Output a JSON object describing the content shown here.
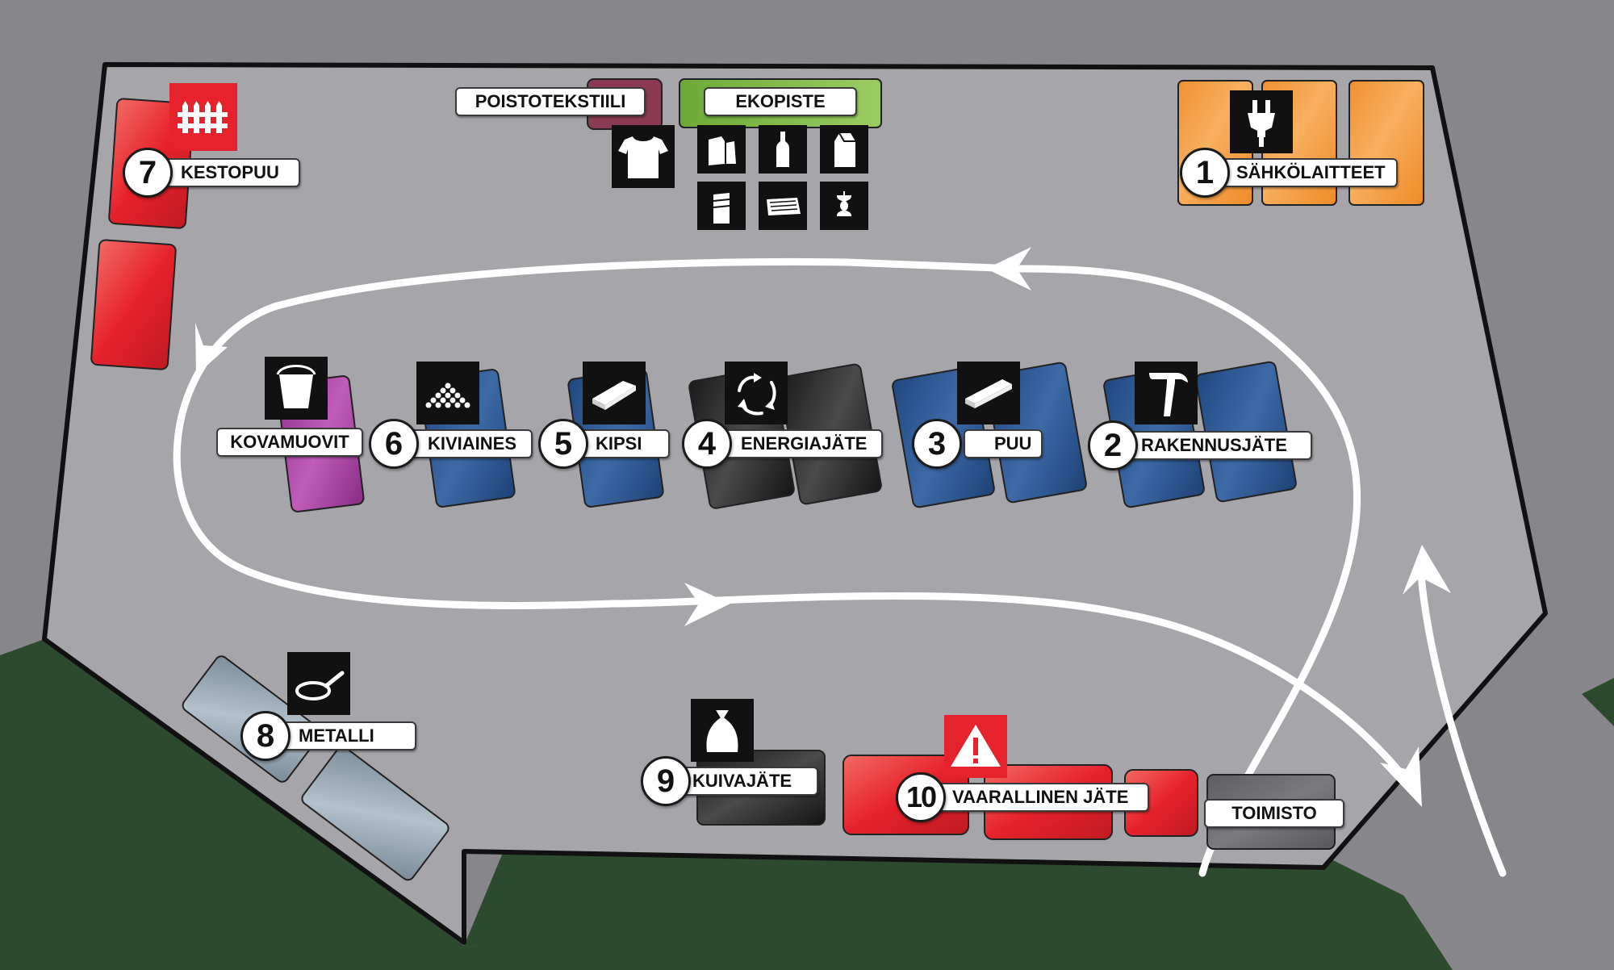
{
  "map": {
    "colors": {
      "road": "#87868b",
      "lot": "#a6a5aa",
      "grass": "#2c4a2d",
      "route": "#ffffff",
      "red": "#e6222c",
      "orange": "#f0922b",
      "green": "#7dbb44",
      "blue": "#24508f",
      "purple": "#a13b9a",
      "steel": "#8fa0ae",
      "maroon": "#8a3a52"
    },
    "stations": {
      "s1": {
        "number": "1",
        "label": "SÄHKÖLAITTEET",
        "icon": "plug-icon"
      },
      "s2": {
        "number": "2",
        "label": "RAKENNUSJÄTE",
        "icon": "hammer-icon"
      },
      "s3": {
        "number": "3",
        "label": "PUU",
        "icon": "plank-icon"
      },
      "s4": {
        "number": "4",
        "label": "ENERGIAJÄTE",
        "icon": "recycle-arrows-icon"
      },
      "s5": {
        "number": "5",
        "label": "KIPSI",
        "icon": "plasterboard-icon"
      },
      "s6": {
        "number": "6",
        "label": "KIVIAINES",
        "icon": "gravel-icon"
      },
      "s7": {
        "number": "7",
        "label": "KESTOPUU",
        "icon": "fence-icon"
      },
      "s8": {
        "number": "8",
        "label": "METALLI",
        "icon": "frying-pan-icon"
      },
      "s9": {
        "number": "9",
        "label": "KUIVAJÄTE",
        "icon": "trash-bag-icon"
      },
      "s10": {
        "number": "10",
        "label": "VAARALLINEN JÄTE",
        "icon": "warning-icon"
      }
    },
    "other": {
      "kovamuovit": {
        "label": "KOVAMUOVIT",
        "icon": "bucket-icon"
      },
      "poistotekstiili": {
        "label": "POISTOTEKSTIILI",
        "icon": "tshirt-icon"
      },
      "ekopiste": {
        "label": "EKOPISTE",
        "icons": [
          "packaging-icon",
          "bottle-icon",
          "milk-carton-icon",
          "tin-can-icon",
          "paper-icon",
          "apple-core-icon"
        ]
      },
      "toimisto": {
        "label": "TOIMISTO"
      }
    }
  }
}
